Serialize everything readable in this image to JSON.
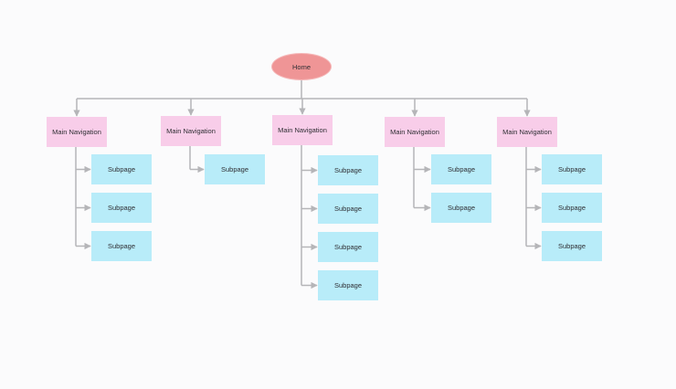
{
  "diagram": {
    "home": {
      "label": "Home"
    },
    "columns": [
      {
        "label": "Main Navigation",
        "subpages": [
          "Subpage",
          "Subpage",
          "Subpage"
        ]
      },
      {
        "label": "Main Navigation",
        "subpages": [
          "Subpage"
        ]
      },
      {
        "label": "Main Navigation",
        "subpages": [
          "Subpage",
          "Subpage",
          "Subpage",
          "Subpage"
        ]
      },
      {
        "label": "Main Navigation",
        "subpages": [
          "Subpage",
          "Subpage"
        ]
      },
      {
        "label": "Main Navigation",
        "subpages": [
          "Subpage",
          "Subpage",
          "Subpage"
        ]
      }
    ]
  },
  "colors": {
    "home_fill": "#ef9596",
    "main_nav_fill": "#f8cde9",
    "subpage_fill": "#b8ecf9",
    "connector": "#b5b5b8",
    "background": "#fbfbfc"
  }
}
